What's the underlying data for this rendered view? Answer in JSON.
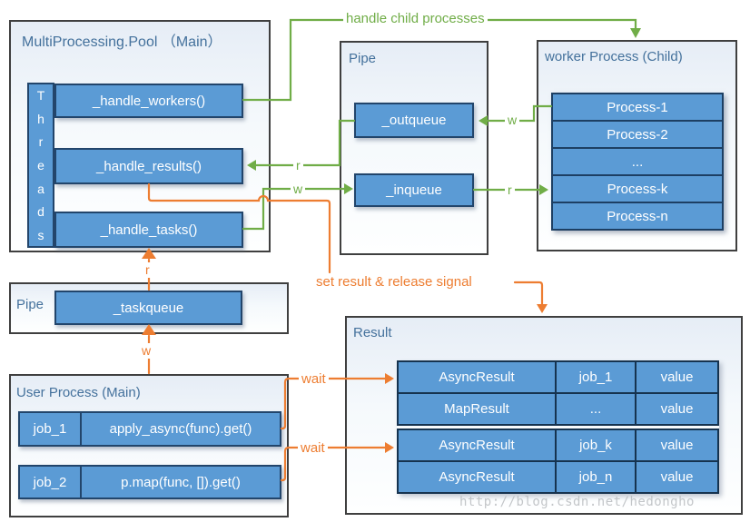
{
  "colors": {
    "box_fill": "#5B9BD5",
    "box_border": "#22456B",
    "panel_border": "#3F3F3F",
    "title_text": "#44719C",
    "green_accent": "#70AD47",
    "orange_accent": "#ED7D31",
    "watermark_gray": "#B9BCC0"
  },
  "pool": {
    "title": "MultiProcessing.Pool （Main）",
    "threads": [
      "T",
      "h",
      "r",
      "e",
      "a",
      "d",
      "s"
    ],
    "items": [
      "_handle_workers()",
      "_handle_results()",
      "_handle_tasks()"
    ]
  },
  "pipe_top": {
    "title": "Pipe",
    "outqueue": "_outqueue",
    "inqueue": "_inqueue"
  },
  "worker": {
    "title": "worker Process (Child)",
    "processes": [
      "Process-1",
      "Process-2",
      "...",
      "Process-k",
      "Process-n"
    ]
  },
  "pipe_left": {
    "title": "Pipe",
    "taskqueue": "_taskqueue"
  },
  "user_process": {
    "title": "User Process (Main)",
    "jobs": [
      {
        "id": "job_1",
        "call": "apply_async(func).get()"
      },
      {
        "id": "job_2",
        "call": "p.map(func, []).get()"
      }
    ]
  },
  "result": {
    "title": "Result",
    "rows": [
      [
        "AsyncResult",
        "job_1",
        "value"
      ],
      [
        "MapResult",
        "...",
        "value"
      ],
      [
        "AsyncResult",
        "job_k",
        "value"
      ],
      [
        "AsyncResult",
        "job_n",
        "value"
      ]
    ]
  },
  "edge_labels": {
    "handle_child_processes": "handle child processes",
    "set_result": "set result & release signal",
    "wait_1": "wait",
    "wait_2": "wait",
    "green_r_results": "r",
    "green_w_inqueue": "w",
    "green_w_outqueue": "w",
    "green_r_worker": "r",
    "orange_r_taskqueue": "r",
    "orange_w_taskqueue": "w"
  },
  "watermark": "http://blog.csdn.net/hedongho"
}
